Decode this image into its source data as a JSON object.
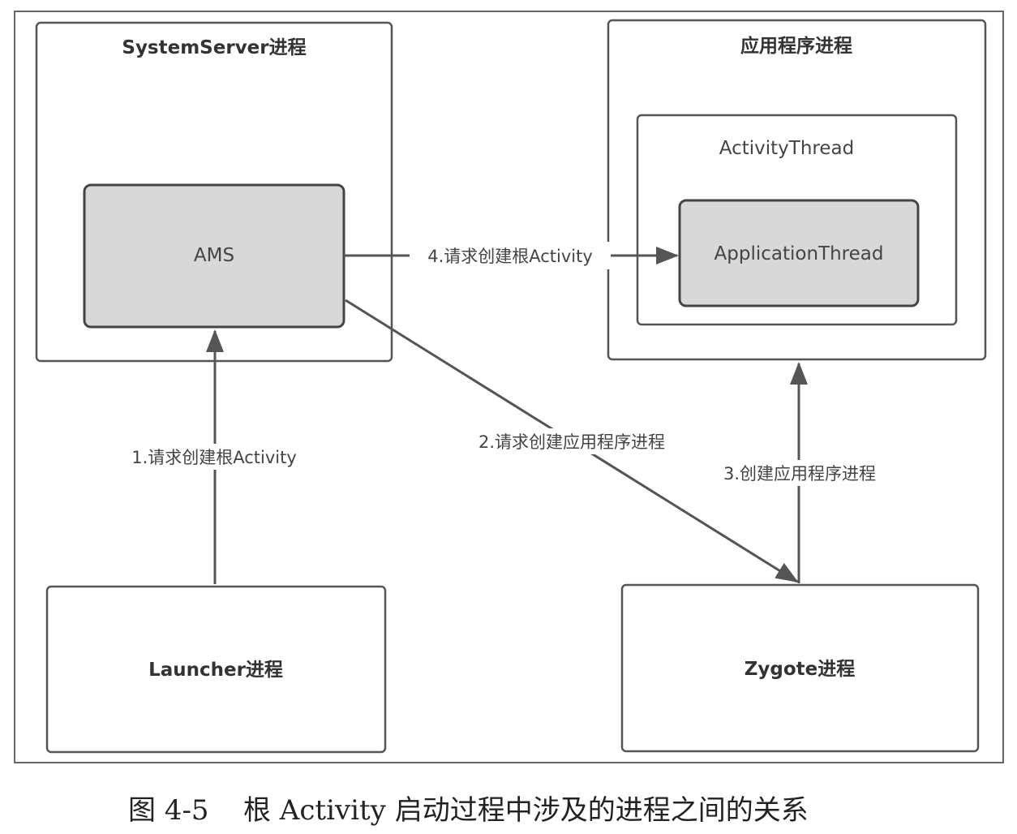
{
  "nodes": {
    "system_server": "SystemServer进程",
    "ams": "AMS",
    "app_process": "应用程序进程",
    "activity_thread": "ActivityThread",
    "application_thread": "ApplicationThread",
    "launcher": "Launcher进程",
    "zygote": "Zygote进程"
  },
  "edges": {
    "e1": "1.请求创建根Activity",
    "e2": "2.请求创建应用程序进程",
    "e3": "3.创建应用程序进程",
    "e4": "4.请求创建根Activity"
  },
  "caption": {
    "number": "图 4-5",
    "text": "根 Activity 启动过程中涉及的进程之间的关系"
  }
}
